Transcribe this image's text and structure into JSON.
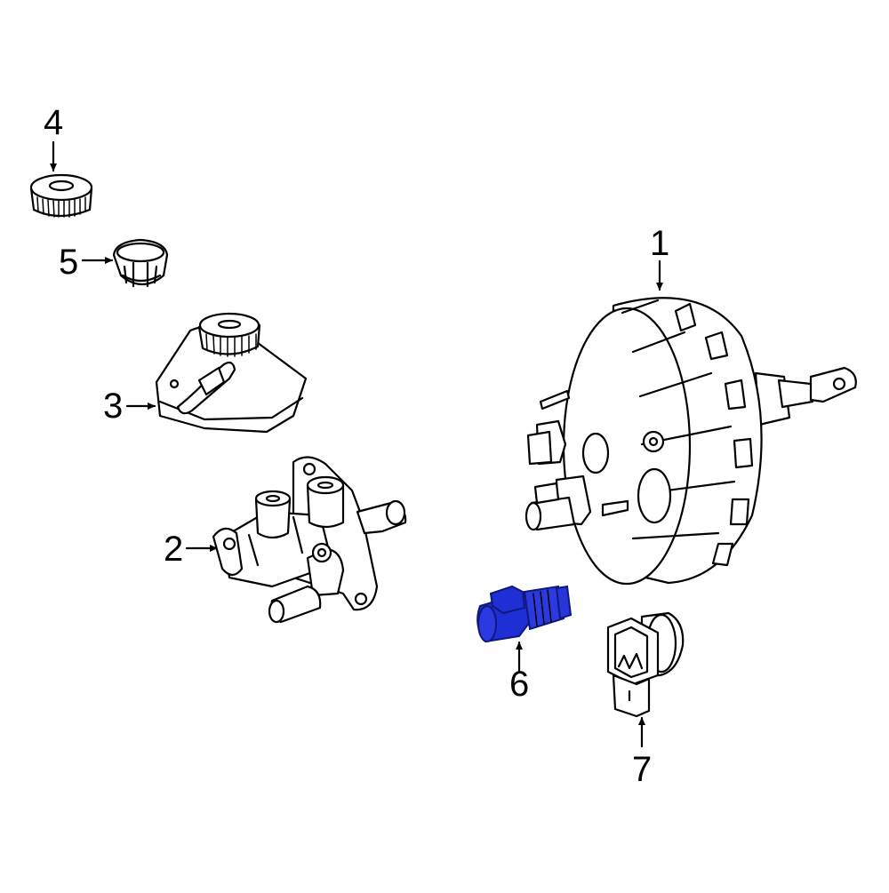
{
  "callouts": [
    {
      "id": "1",
      "label": "1"
    },
    {
      "id": "2",
      "label": "2"
    },
    {
      "id": "3",
      "label": "3"
    },
    {
      "id": "4",
      "label": "4"
    },
    {
      "id": "5",
      "label": "5"
    },
    {
      "id": "6",
      "label": "6"
    },
    {
      "id": "7",
      "label": "7"
    }
  ],
  "colors": {
    "line": "#000000",
    "highlight_fill": "#1f2fd6",
    "highlight_stroke": "#10187a",
    "background": "#ffffff"
  },
  "highlighted_part": "6"
}
